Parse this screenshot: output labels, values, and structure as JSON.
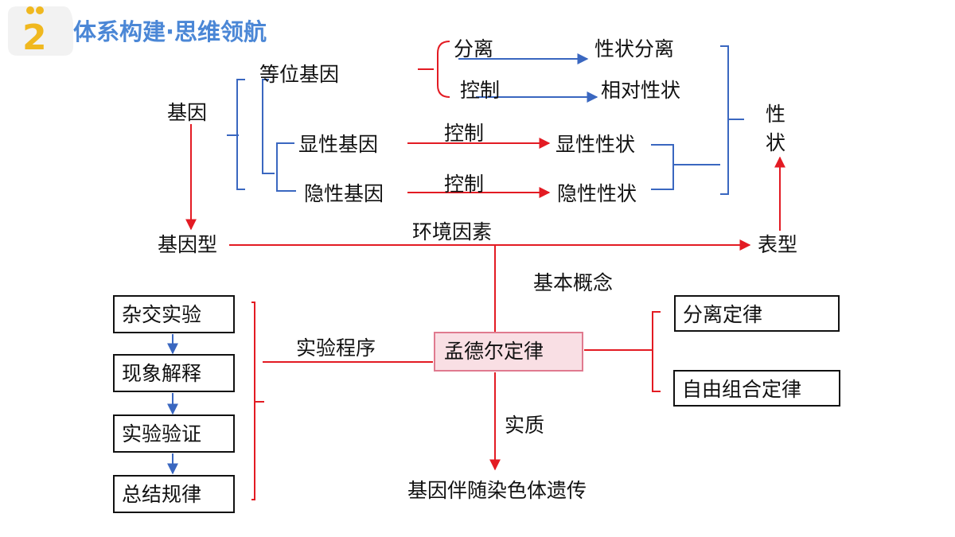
{
  "header": {
    "number": "2",
    "title": "体系构建·思维领航"
  },
  "colors": {
    "blue_line": "#3a67c0",
    "red_line": "#e31b23",
    "title_blue": "#4b87d6",
    "badge_yellow": "#f0b81f",
    "center_fill": "#f9dfe4",
    "center_border": "#e07a8f"
  },
  "labels": {
    "gene": "基因",
    "allele": "等位基因",
    "dominant_gene": "显性基因",
    "recessive_gene": "隐性基因",
    "separation": "分离",
    "control_1": "控制",
    "control_2": "控制",
    "control_3": "控制",
    "trait_separation": "性状分离",
    "relative_traits": "相对性状",
    "dominant_trait": "显性性状",
    "recessive_trait": "隐性性状",
    "trait_1": "性",
    "trait_2": "状",
    "genotype": "基因型",
    "environment": "环境因素",
    "phenotype": "表型",
    "basic_concepts": "基本概念",
    "experiment_procedure": "实验程序",
    "essence": "实质",
    "gene_chromosome": "基因伴随染色体遗传"
  },
  "procedure_steps": [
    "杂交实验",
    "现象解释",
    "实验验证",
    "总结规律"
  ],
  "center": {
    "label": "孟德尔定律"
  },
  "laws": [
    "分离定律",
    "自由组合定律"
  ]
}
